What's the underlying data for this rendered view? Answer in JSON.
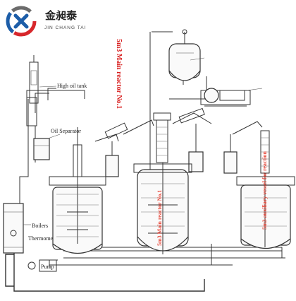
{
  "logo": {
    "name_cn": "金昶泰",
    "name_en": "JIN CHANG TAI",
    "colors": {
      "ring_red": "#d7262b",
      "ring_blue": "#1c5da8",
      "ring_gray": "#6b6b6b"
    }
  },
  "labels": {
    "high_oil_tank": "High oil tank",
    "oil_separator": "Oil Separator",
    "boilers": "Boilers",
    "thermometer": "Thermometer",
    "pump": "Pump",
    "main_reactor": "5m3 Main reactor No.1",
    "main_reactor_vessel": "5m3 Main reactor No.1",
    "right_reactor_vessel": "5m3 auxiliary vessel for reaction"
  },
  "colors": {
    "red_text": "#d81e1e",
    "line": "#333333"
  }
}
